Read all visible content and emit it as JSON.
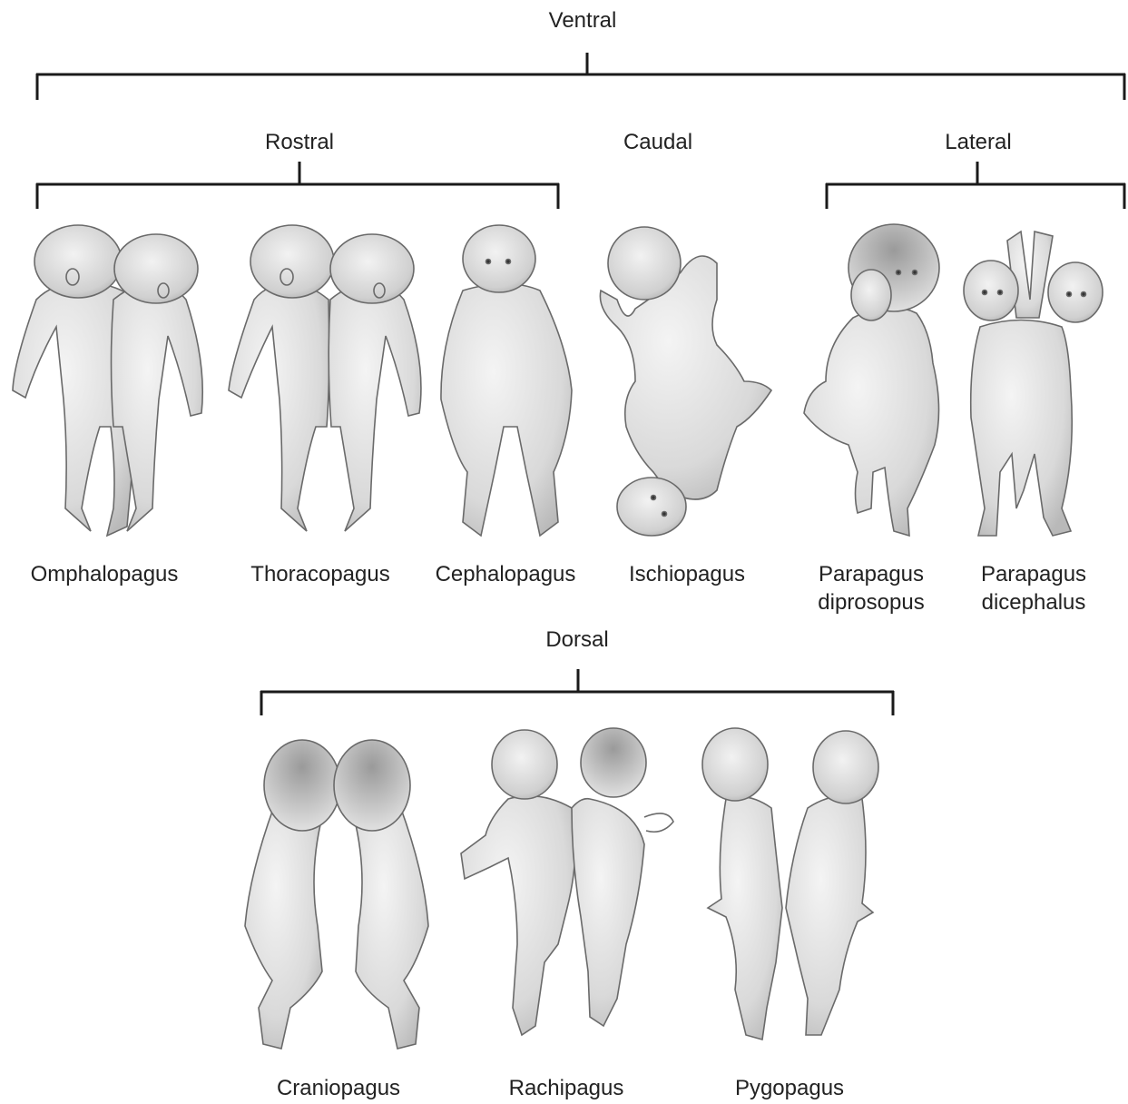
{
  "groups": {
    "ventral": "Ventral",
    "rostral": "Rostral",
    "caudal": "Caudal",
    "lateral": "Lateral",
    "dorsal": "Dorsal"
  },
  "types": {
    "omphalopagus": "Omphalopagus",
    "thoracopagus": "Thoracopagus",
    "cephalopagus": "Cephalopagus",
    "ischiopagus": "Ischiopagus",
    "parapagus_diprosopus": [
      "Parapagus",
      "diprosopus"
    ],
    "parapagus_dicephalus": [
      "Parapagus",
      "dicephalus"
    ],
    "craniopagus": "Craniopagus",
    "rachipagus": "Rachipagus",
    "pygopagus": "Pygopagus"
  }
}
